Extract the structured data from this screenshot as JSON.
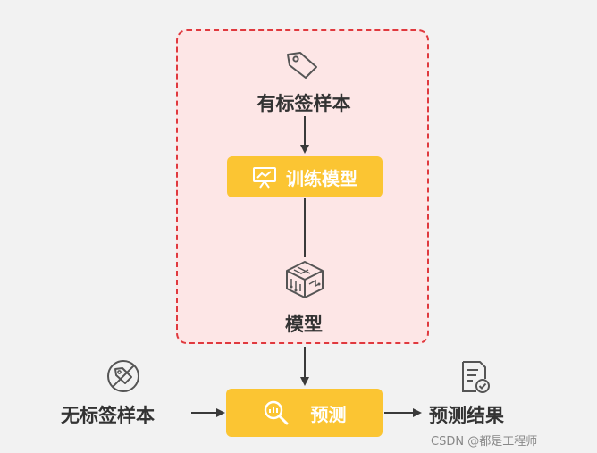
{
  "nodes": {
    "labeled_samples": "有标签样本",
    "train_model": "训练模型",
    "model": "模型",
    "unlabeled_samples": "无标签样本",
    "predict": "预测",
    "prediction_result": "预测结果"
  },
  "icons": {
    "tag": "tag-icon",
    "train": "presentation-board-icon",
    "model": "chip-cube-icon",
    "no_tag": "crossed-tag-icon",
    "predict": "magnifier-chart-icon",
    "result": "checked-document-icon"
  },
  "colors": {
    "dashed_border": "#e0393e",
    "dashed_fill": "#fde6e6",
    "box_fill": "#fbc533",
    "arrow": "#3a3a3a"
  },
  "watermark": "CSDN @都是工程师"
}
